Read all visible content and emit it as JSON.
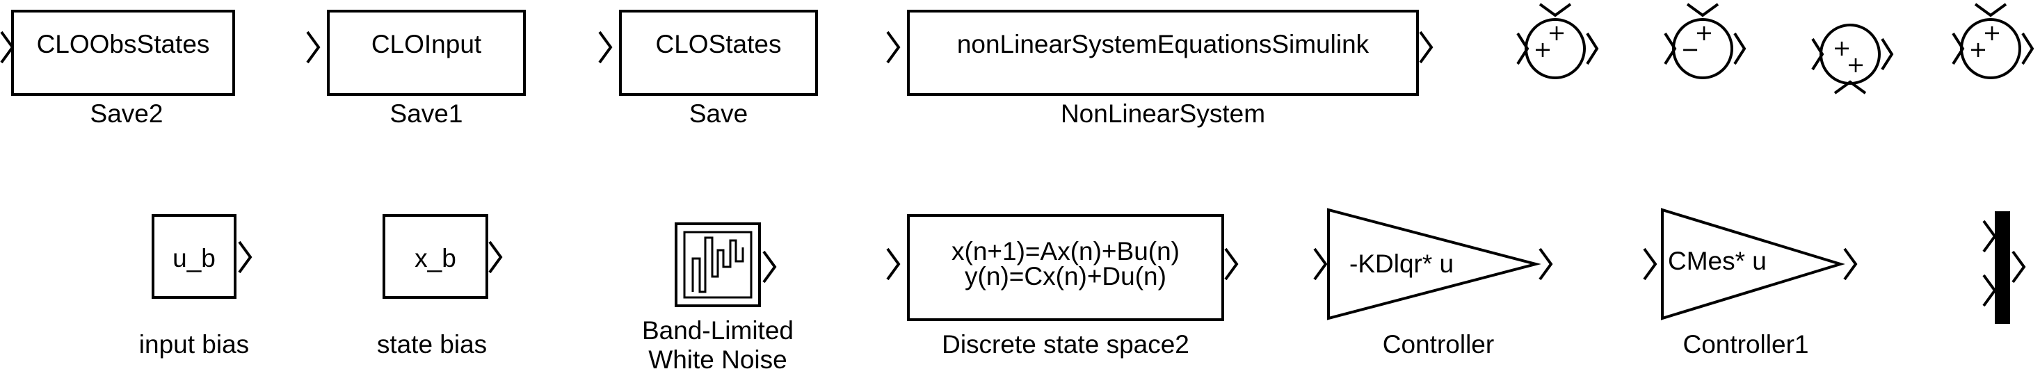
{
  "blocks_row1": {
    "save2": {
      "label": "CLOObsStates",
      "name": "Save2"
    },
    "save1": {
      "label": "CLOInput",
      "name": "Save1"
    },
    "save": {
      "label": "CLOStates",
      "name": "Save"
    },
    "nonlinear": {
      "label": "nonLinearSystemEquationsSimulink",
      "name": "NonLinearSystem"
    }
  },
  "sums": [
    {
      "top": "+",
      "left": "+"
    },
    {
      "top": "+",
      "left": "−"
    },
    {
      "top": "+",
      "bottom": "+"
    },
    {
      "top": "+",
      "left": "+"
    }
  ],
  "blocks_row2": {
    "input_bias": {
      "label": "u_b",
      "name": "input bias"
    },
    "state_bias": {
      "label": "x_b",
      "name": "state bias"
    },
    "noise": {
      "name_line1": "Band-Limited",
      "name_line2": "White Noise"
    },
    "dss": {
      "eq1": "x(n+1)=Ax(n)+Bu(n)",
      "eq2": "y(n)=Cx(n)+Du(n)",
      "name": "Discrete state space2"
    },
    "controller": {
      "label": "-KDlqr* u",
      "name": "Controller"
    },
    "controller1": {
      "label": "CMes* u",
      "name": "Controller1"
    }
  }
}
